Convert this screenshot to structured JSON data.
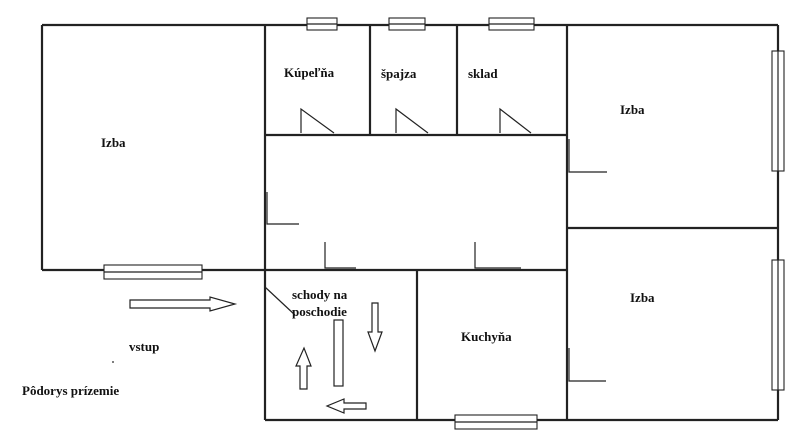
{
  "floor_plan": {
    "rooms": {
      "room_left": "Izba",
      "bathroom": "Kúpeľňa",
      "pantry": "špajza",
      "storage": "sklad",
      "room_top_right": "Izba",
      "room_bottom_right": "Izba",
      "kitchen": "Kuchyňa",
      "stairs_line1": "schody na",
      "stairs_line2": "poschodie"
    },
    "entrance_label": "vstup",
    "caption": "Pôdorys prízemie"
  }
}
